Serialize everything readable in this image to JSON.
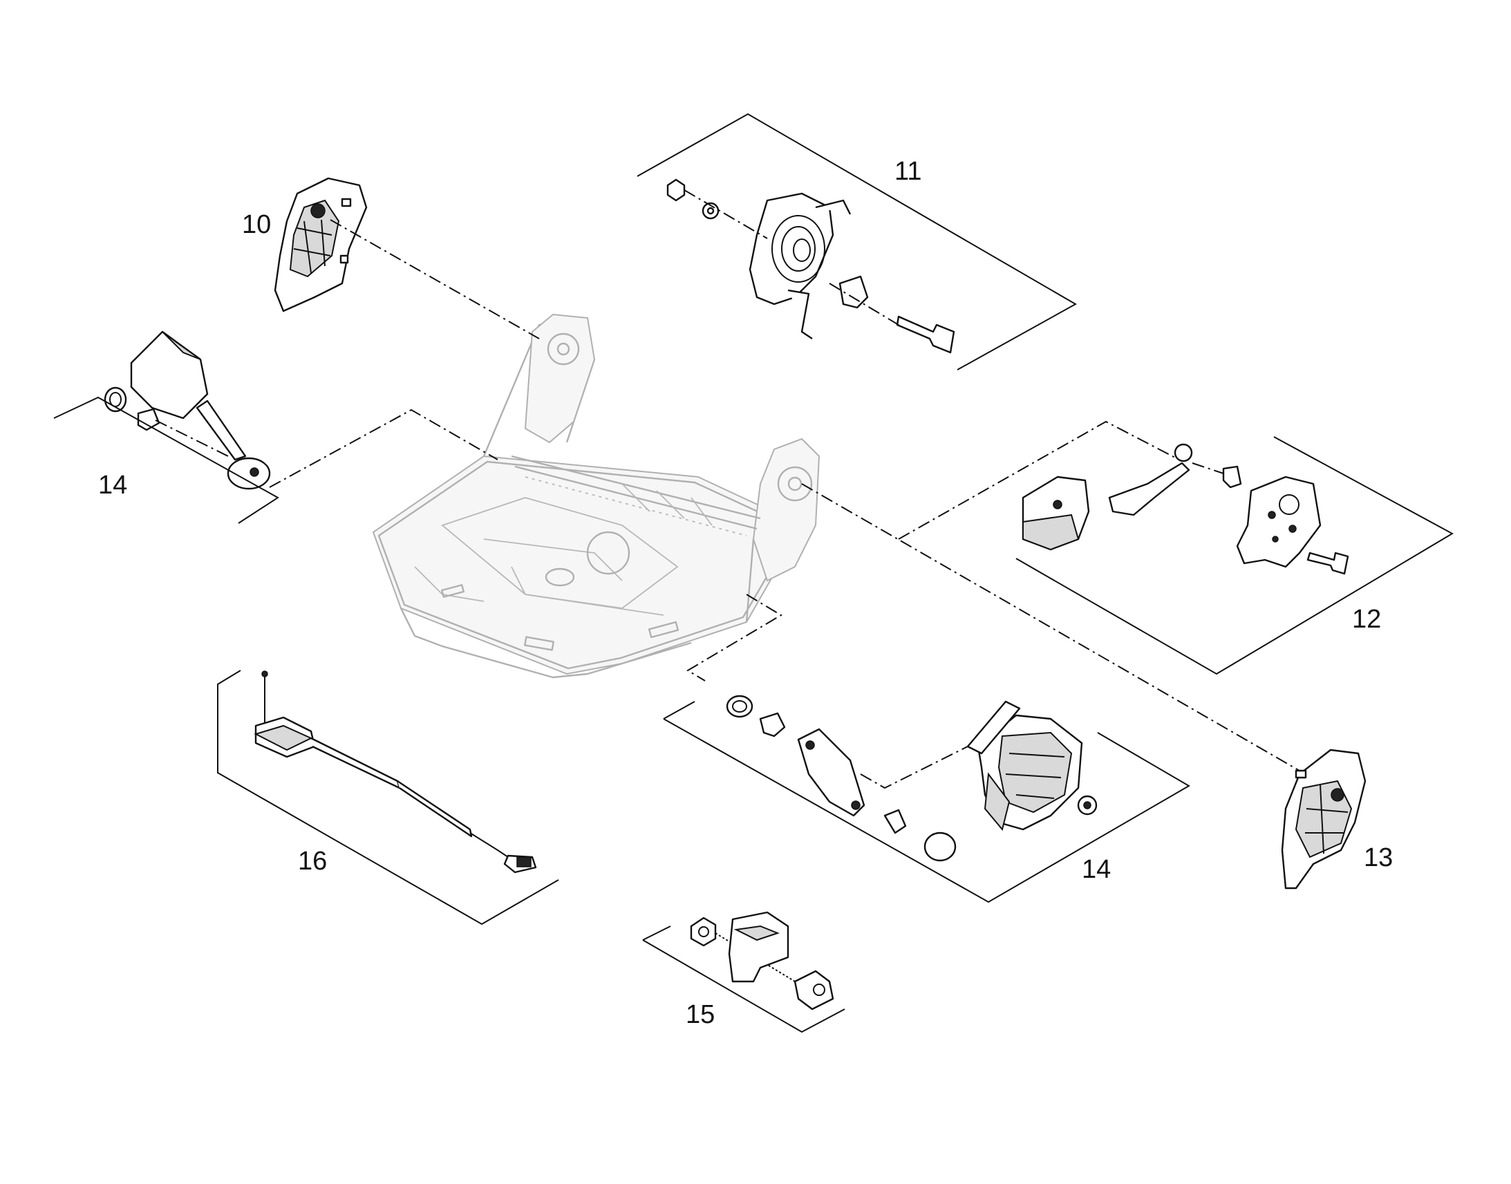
{
  "callouts": {
    "c10": "10",
    "c11": "11",
    "c12": "12",
    "c13": "13",
    "c14_left": "14",
    "c14_right": "14",
    "c15": "15",
    "c16": "16"
  },
  "colors": {
    "line": "#111111",
    "frame": "#b0b0b0",
    "background": "#ffffff"
  }
}
